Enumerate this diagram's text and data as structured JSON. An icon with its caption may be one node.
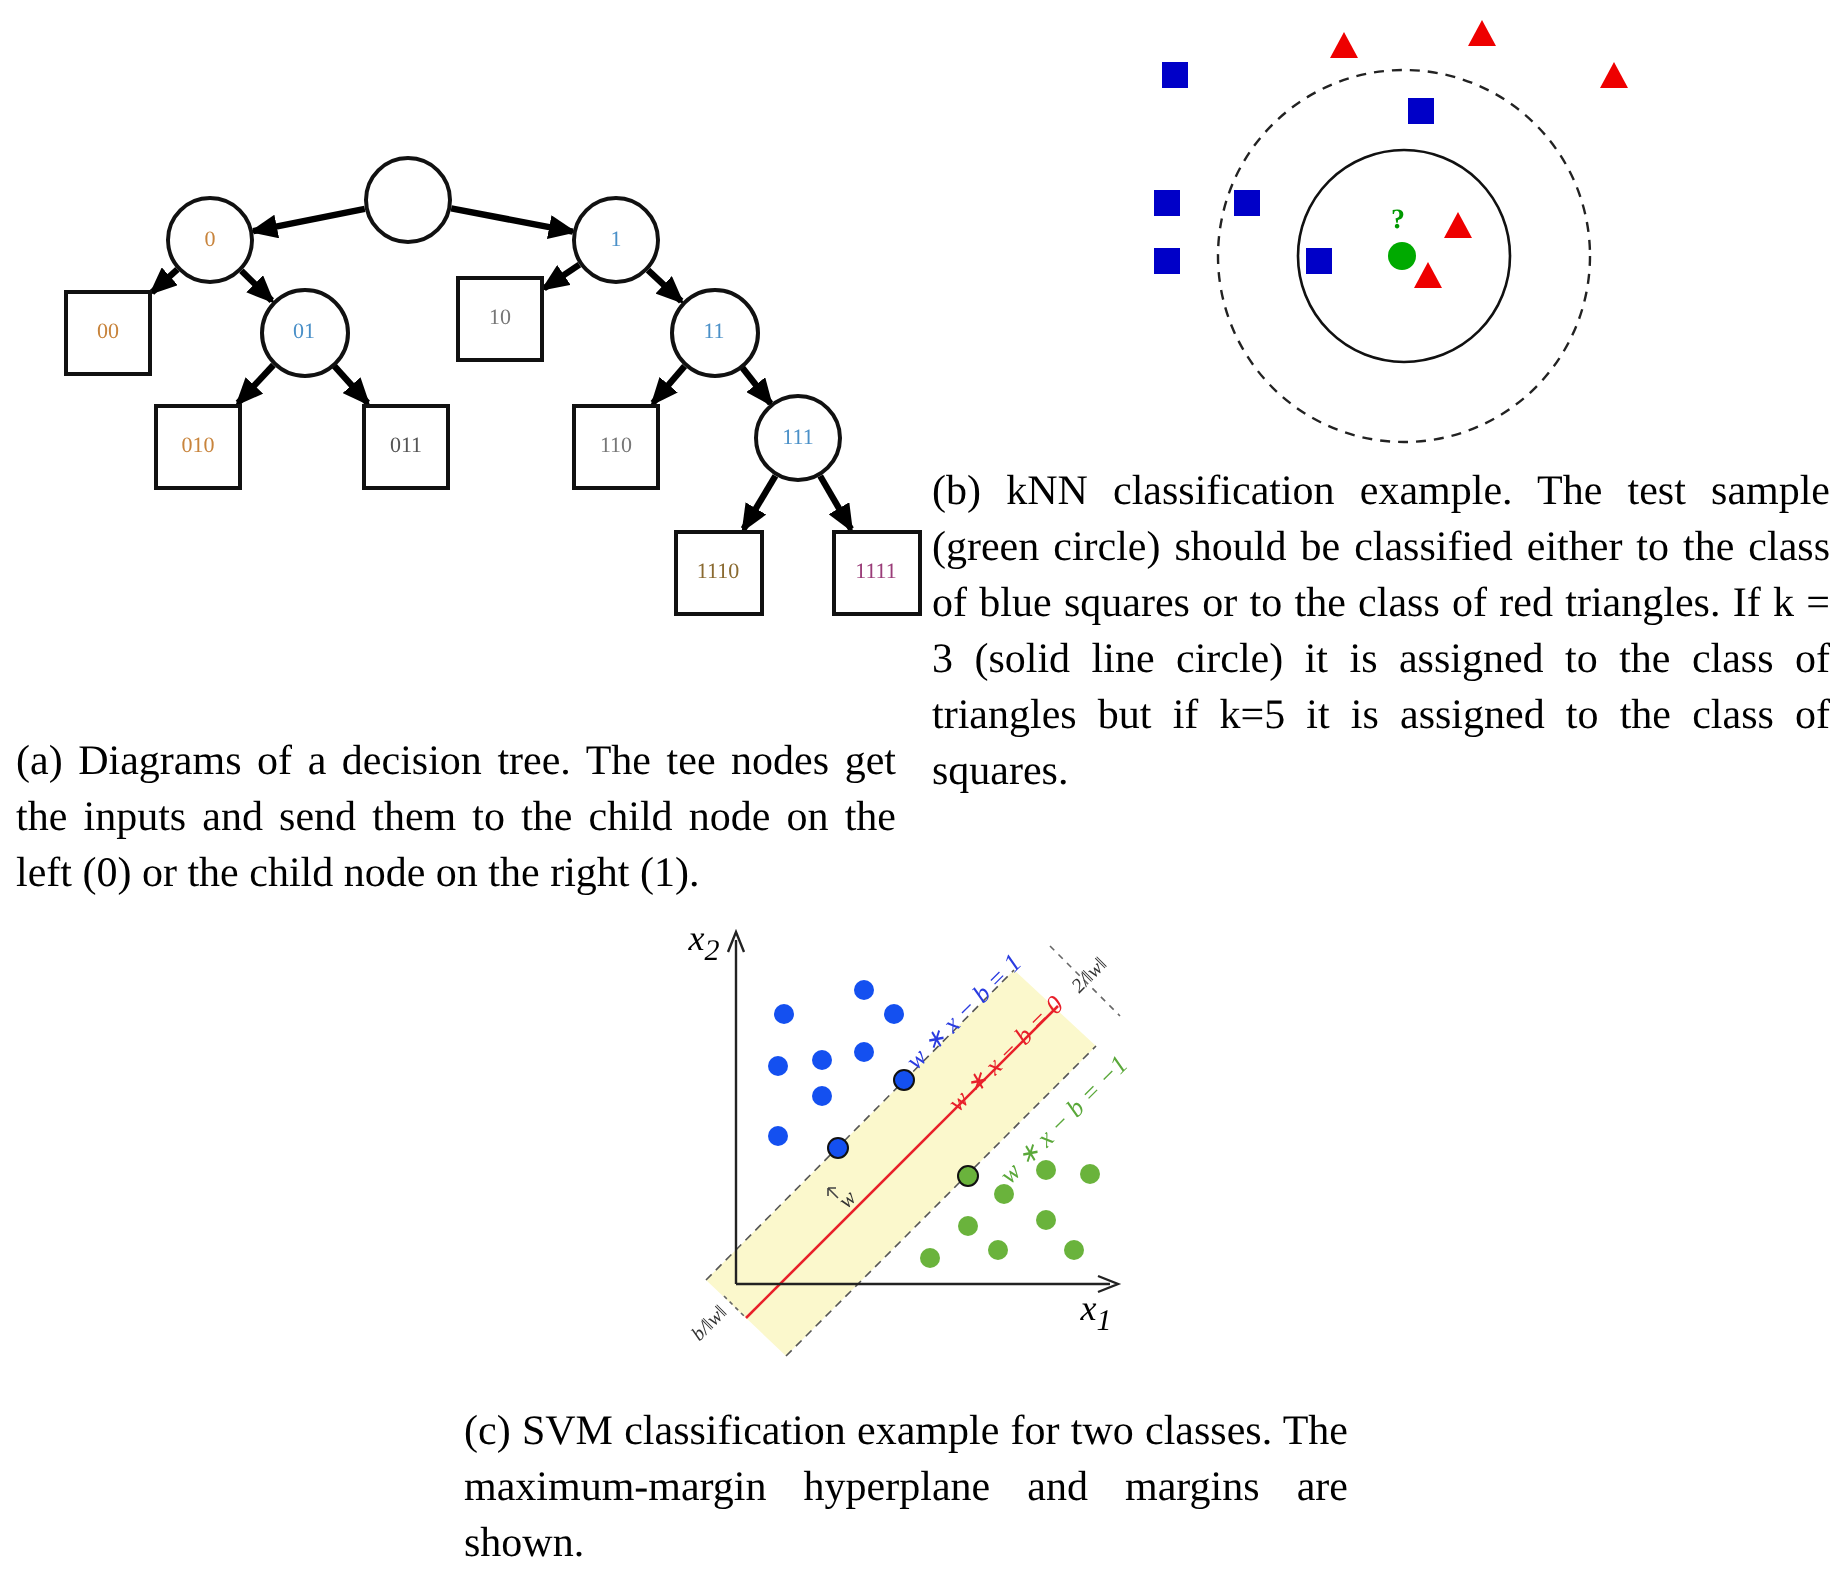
{
  "diagram": {
    "nodes": [
      {
        "text": [],
        "shape": "circle"
      },
      {
        "text": [
          "0"
        ]
      },
      {
        "text": [
          "1"
        ]
      },
      {
        "text": [
          "00"
        ]
      },
      {
        "text": [
          "01"
        ]
      },
      {
        "text": [
          "10"
        ]
      },
      {
        "text": [
          "11"
        ]
      },
      {
        "text": [
          "010"
        ]
      },
      {
        "text": [
          "011"
        ]
      },
      {
        "text": [
          "110"
        ]
      },
      {
        "text": [
          "111"
        ]
      },
      {
        "text": [
          "1110"
        ]
      },
      {
        "text": [
          "1111"
        ]
      }
    ],
    "edges": [
      {
        "from": 0,
        "to": 1,
        "arrow": "to"
      },
      {
        "from": 0,
        "to": 2,
        "arrow": "to"
      },
      {
        "from": 1,
        "to": 3,
        "arrow": "to"
      },
      {
        "from": 1,
        "to": 4,
        "arrow": "to"
      },
      {
        "from": 2,
        "to": 5,
        "arrow": "to"
      },
      {
        "from": 2,
        "to": 6,
        "arrow": "to"
      },
      {
        "from": 4,
        "to": 7,
        "arrow": "to"
      },
      {
        "from": 4,
        "to": 8,
        "arrow": "to"
      },
      {
        "from": 6,
        "to": 9,
        "arrow": "to"
      },
      {
        "from": 6,
        "to": 10,
        "arrow": "to"
      },
      {
        "from": 10,
        "to": 11,
        "arrow": "to"
      },
      {
        "from": 10,
        "to": 12,
        "arrow": "to"
      }
    ],
    "labels": [
      "?",
      "(a) Diagrams of a decision tree. The tee nodes get the inputs and send them to the child node on the left (0) or the child node on the right (1).",
      "(b) kNN classification example. The test sample (green circle) should be classified either to the class of blue squares or to the class of red triangles. If k = 3 (solid line circle) it is assigned to the class of triangles but if k=5 it is assigned to the class of squares.",
      "x$_{2}$",
      "2/‖w‖",
      "w ∗ x − b = 1",
      "w ∗ x − b = 0",
      "w ∗ x − b = −1",
      "w",
      "x$_{1}$",
      "b/‖w‖",
      "(c) SVM classification example for two classes. The maximum-margin hyperplane and margins are shown."
    ]
  }
}
